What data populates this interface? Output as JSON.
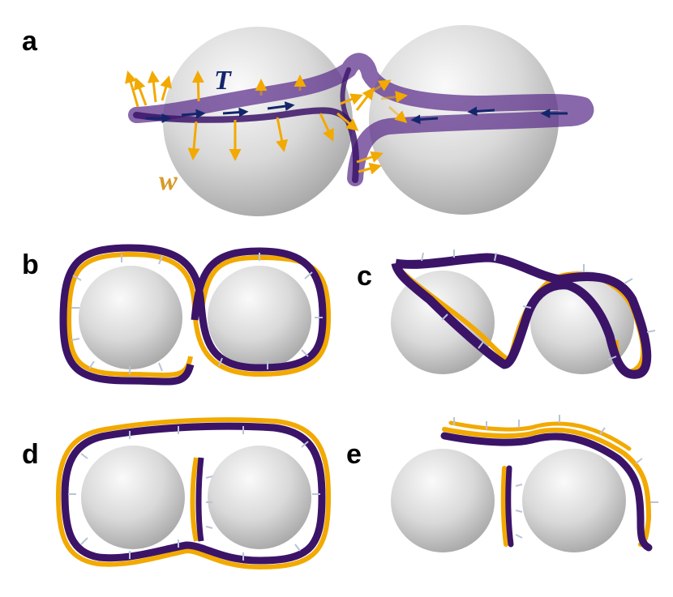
{
  "panels": {
    "a": {
      "label": "a",
      "t_label": "T",
      "w_label": "w"
    },
    "b": {
      "label": "b"
    },
    "c": {
      "label": "c"
    },
    "d": {
      "label": "d"
    },
    "e": {
      "label": "e"
    }
  },
  "colors": {
    "ribbon_dark": "#3b1468",
    "ribbon_translucent": "#6a3f9a",
    "vector_w": "#f2a900",
    "vector_t": "#13266b",
    "normal_ticks": "#b8c4d6",
    "sphere_light": "#f4f4f4",
    "sphere_dark": "#a9a9a9",
    "label_t": "#13266b",
    "label_w": "#d99a2b"
  }
}
